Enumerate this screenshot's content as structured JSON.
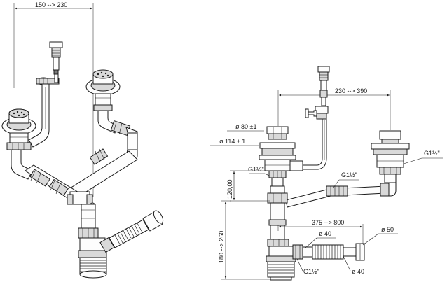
{
  "dimensions": {
    "top_width": "150 --> 230",
    "right_width": "230 --> 390",
    "d80": "ø 80 ±1",
    "d114": "ø 114 ± 1",
    "g_left": "G1½\"",
    "g_right": "G1½\"",
    "g_mid": "G1½\"",
    "h120": "120,00",
    "w375": "375 --> 800",
    "h180": "180 --> 260",
    "d40_top": "ø 40",
    "d50": "ø 50",
    "g_bottom": "G1½\"",
    "d40_bottom": "ø 40"
  }
}
